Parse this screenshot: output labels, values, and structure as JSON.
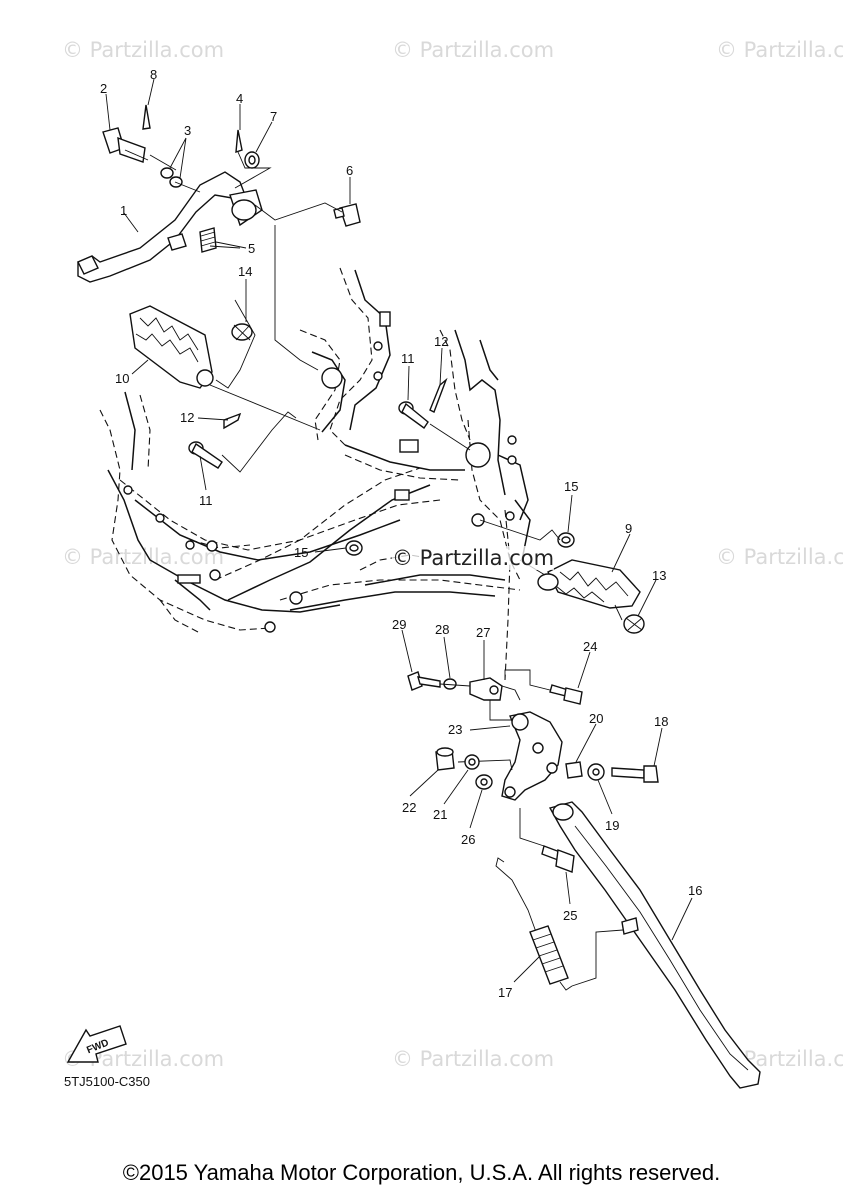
{
  "watermark": "© Partzilla.com",
  "diagram_code": "5TJ5100-C350",
  "copyright": "©2015 Yamaha Motor Corporation, U.S.A. All rights reserved.",
  "fwd_label": "FWD",
  "callouts": {
    "c1": "1",
    "c2": "2",
    "c3": "3",
    "c4": "4",
    "c5": "5",
    "c6": "6",
    "c7": "7",
    "c8": "8",
    "c9": "9",
    "c10": "10",
    "c11a": "11",
    "c11b": "11",
    "c12a": "12",
    "c12b": "12",
    "c13": "13",
    "c14": "14",
    "c15a": "15",
    "c15b": "15",
    "c16": "16",
    "c17": "17",
    "c18": "18",
    "c19": "19",
    "c20": "20",
    "c21": "21",
    "c22": "22",
    "c23": "23",
    "c24": "24",
    "c25": "25",
    "c26": "26",
    "c27": "27",
    "c28": "28",
    "c29": "29"
  }
}
